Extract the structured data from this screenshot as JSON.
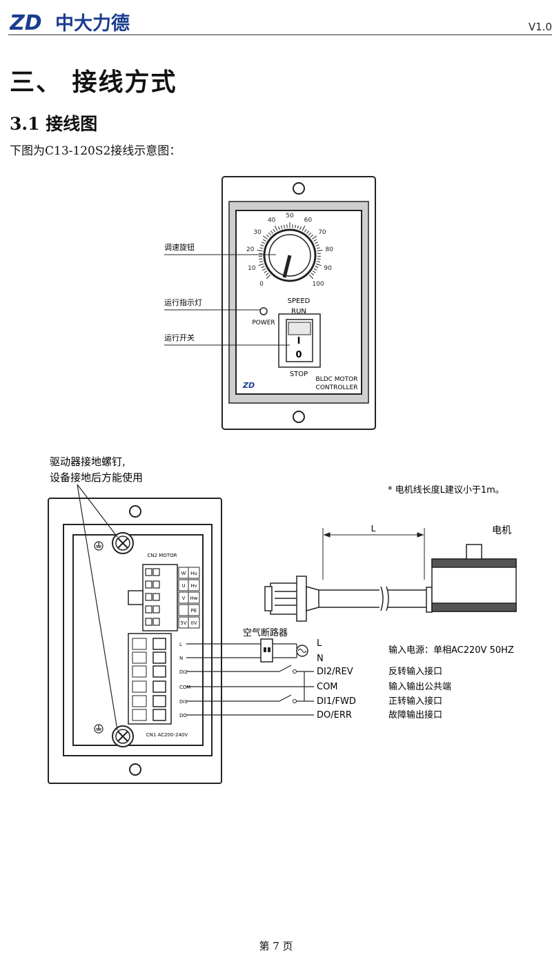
{
  "header": {
    "logo_text": "ZD",
    "brand_cn": "中大力德",
    "version": "V1.0"
  },
  "section_title": "三、 接线方式",
  "subsection_title": "3.1  接线图",
  "description": "下图为C13-120S2接线示意图：",
  "panel_diagram": {
    "knob_ticks": [
      "0",
      "10",
      "20",
      "30",
      "40",
      "50",
      "60",
      "70",
      "80",
      "90",
      "100"
    ],
    "speed_label": "SPEED",
    "run_label": "RUN",
    "stop_label": "STOP",
    "power_label": "POWER",
    "switch_on": "I",
    "switch_off": "0",
    "brand_line1": "BLDC MOTOR",
    "brand_line2": "CONTROLLER",
    "callout_knob": "调速旋钮",
    "callout_indicator": "运行指示灯",
    "callout_switch": "运行开关",
    "logo": "ZD"
  },
  "wiring_diagram": {
    "screw_note_line1": "驱动器接地螺钉,",
    "screw_note_line2": "设备接地后方能使用",
    "motor_note": "* 电机线长度L建议小于1m。",
    "length_label": "L",
    "motor_label": "电机",
    "cn2_label": "CN2 MOTOR",
    "cn2_pins": [
      {
        "a": "W",
        "b": "Hu"
      },
      {
        "a": "U",
        "b": "Hv"
      },
      {
        "a": "V",
        "b": "Hw"
      },
      {
        "a": "",
        "b": "PE"
      },
      {
        "a": "5V",
        "b": "0V"
      }
    ],
    "cn1_label": "CN1 AC200-240V",
    "cn1_pins": [
      "L",
      "N",
      "DI2",
      "COM",
      "DI1",
      "DO"
    ],
    "breaker_label": "空气断路器",
    "terminals": [
      "L",
      "N",
      "DI2/REV",
      "COM",
      "DI1/FWD",
      "DO/ERR"
    ],
    "power_desc": "输入电源：单相AC220V 50HZ",
    "descriptions": [
      "反转输入接口",
      "输入输出公共端",
      "正转输入接口",
      "故障输出接口"
    ]
  },
  "footer": {
    "page_number": "第 7 页"
  }
}
